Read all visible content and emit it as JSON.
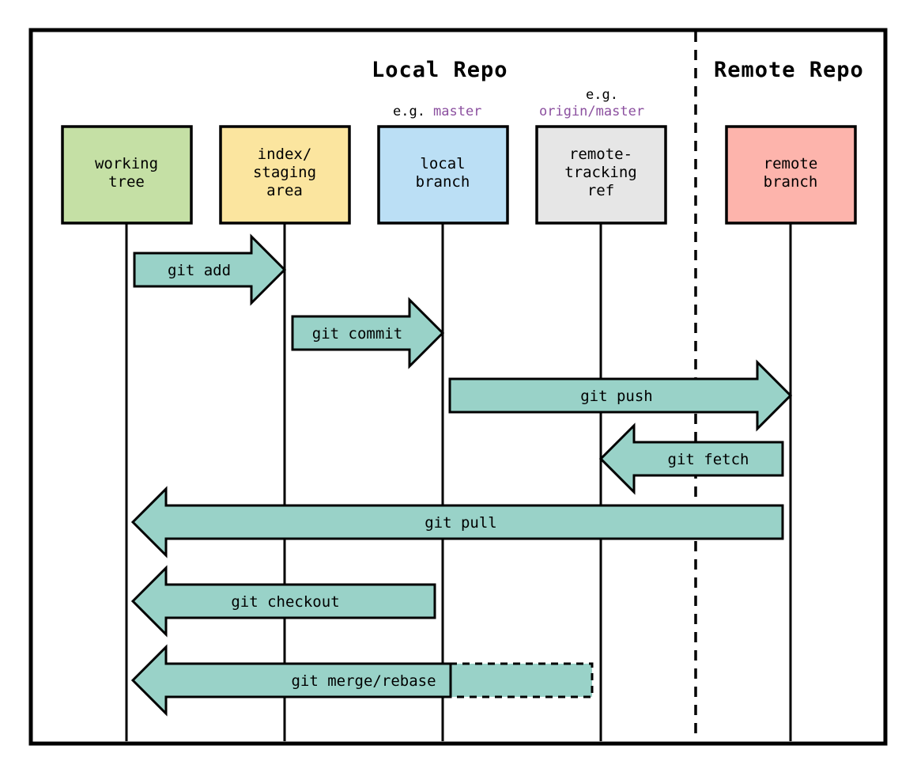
{
  "diagram": {
    "title_local": "Local Repo",
    "title_remote": "Remote Repo",
    "colors": {
      "working_tree": "#c5e0a5",
      "staging_area": "#fbe59f",
      "local_branch": "#bbdff5",
      "remote_tracking": "#e6e6e6",
      "remote_branch": "#fdb4ac",
      "arrow": "#99d2c8",
      "remote_zone": "#cccccc",
      "accent_purple": "#8b4f9f",
      "outline": "#000000"
    },
    "captions": [
      {
        "prefix": "e.g.",
        "ref": "master"
      },
      {
        "prefix": "e.g.",
        "ref": "origin/master"
      }
    ],
    "nodes": [
      {
        "id": "working-tree",
        "lines": [
          "working",
          "tree"
        ]
      },
      {
        "id": "staging-area",
        "lines": [
          "index/",
          "staging",
          "area"
        ]
      },
      {
        "id": "local-branch",
        "lines": [
          "local",
          "branch"
        ]
      },
      {
        "id": "remote-tracking-ref",
        "lines": [
          "remote-",
          "tracking",
          "ref"
        ]
      },
      {
        "id": "remote-branch",
        "lines": [
          "remote",
          "branch"
        ]
      }
    ],
    "arrows": [
      {
        "id": "git-add",
        "label": "git add",
        "direction": "right"
      },
      {
        "id": "git-commit",
        "label": "git commit",
        "direction": "right"
      },
      {
        "id": "git-push",
        "label": "git push",
        "direction": "right"
      },
      {
        "id": "git-fetch",
        "label": "git fetch",
        "direction": "left"
      },
      {
        "id": "git-pull",
        "label": "git pull",
        "direction": "left"
      },
      {
        "id": "git-checkout",
        "label": "git checkout",
        "direction": "left"
      },
      {
        "id": "git-merge-rebase",
        "label": "git merge/rebase",
        "direction": "left"
      }
    ]
  }
}
